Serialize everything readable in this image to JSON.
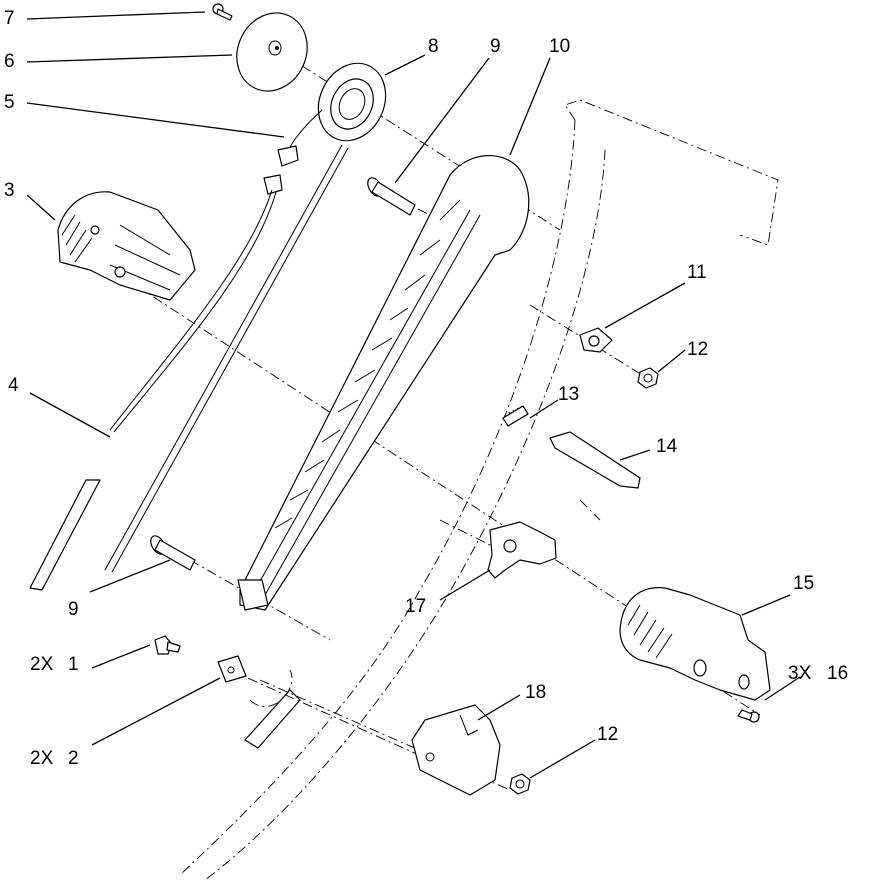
{
  "diagram": {
    "callouts": {
      "c1": "1",
      "c2": "2",
      "c3": "3",
      "c4": "4",
      "c5": "5",
      "c6": "6",
      "c7": "7",
      "c8": "8",
      "c9a": "9",
      "c9b": "9",
      "c10": "10",
      "c11": "11",
      "c12a": "12",
      "c12b": "12",
      "c13": "13",
      "c14": "14",
      "c15": "15",
      "c16": "16",
      "c17": "17",
      "c18": "18"
    },
    "quantities": {
      "q1": "2X",
      "q2": "2X",
      "q16": "3X"
    }
  }
}
